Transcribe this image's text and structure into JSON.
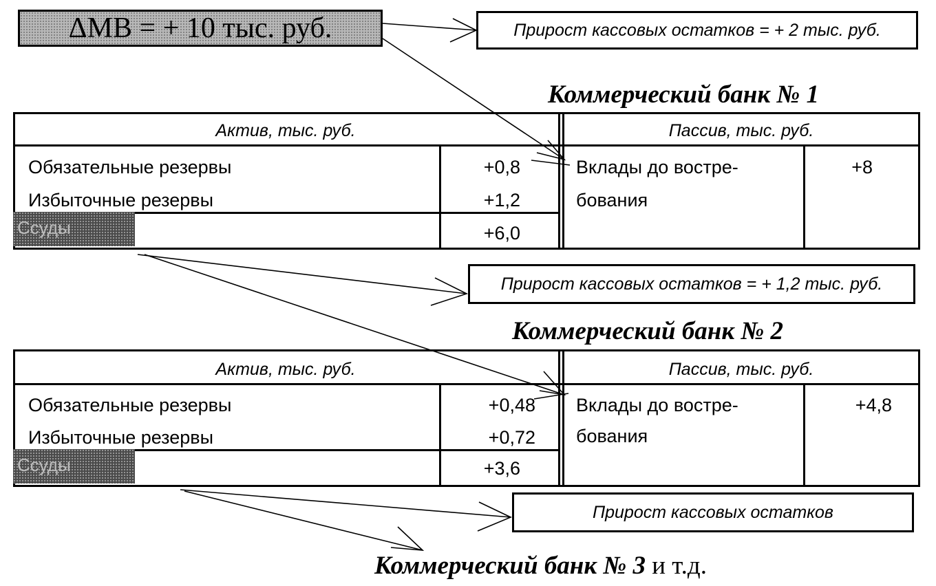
{
  "monetary_base": "ΔMB  =  +  10 тыс. руб.",
  "gains": [
    "Прирост кассовых остатков = + 2 тыс. руб.",
    "Прирост кассовых остатков = + 1,2 тыс. руб.",
    "Прирост кассовых остатков"
  ],
  "banks": [
    {
      "title": "Коммерческий банк № 1",
      "assets_header": "Актив, тыс. руб.",
      "liabilities_header": "Пассив, тыс. руб.",
      "required_reserves_label": "Обязательные резервы",
      "required_reserves_value": "+0,8",
      "excess_reserves_label": "Избыточные резервы",
      "excess_reserves_value": "+1,2",
      "loans_label": "Ссуды",
      "loans_value": "+6,0",
      "deposits_label_1": "Вклады до востре-",
      "deposits_label_2": "бования",
      "deposits_value": "+8"
    },
    {
      "title": "Коммерческий банк № 2",
      "assets_header": "Актив, тыс. руб.",
      "liabilities_header": "Пассив, тыс. руб.",
      "required_reserves_label": "Обязательные резервы",
      "required_reserves_value": "+0,48",
      "excess_reserves_label": "Избыточные резервы",
      "excess_reserves_value": "+0,72",
      "loans_label": "Ссуды",
      "loans_value": "+3,6",
      "deposits_label_1": "Вклады  до  востре-",
      "deposits_label_2": "бования",
      "deposits_value": "+4,8"
    }
  ],
  "bank3_title": "Коммерческий банк № 3",
  "bank3_suffix": " и т.д."
}
